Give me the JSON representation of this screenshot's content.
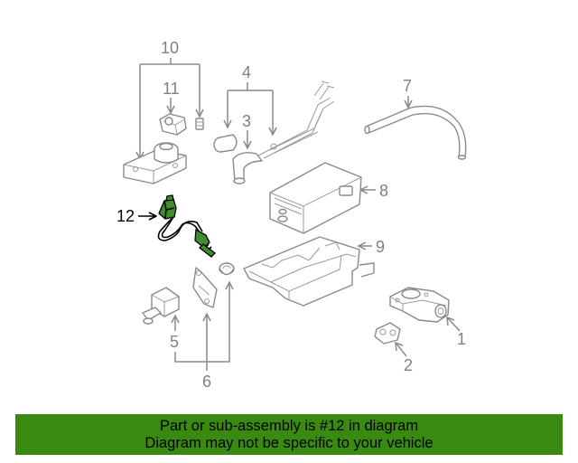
{
  "labels": {
    "l1": "1",
    "l2": "2",
    "l3": "3",
    "l4": "4",
    "l5": "5",
    "l6": "6",
    "l7": "7",
    "l8": "8",
    "l9": "9",
    "l10": "10",
    "l11": "11",
    "l12": "12"
  },
  "colors": {
    "highlight_part": "#3e8e2c",
    "banner_bg": "#3a8a12",
    "callout_gray": "#808080"
  },
  "banner": {
    "line1": "Part or sub-assembly is #12 in diagram",
    "line2": "Diagram may not be specific to your vehicle"
  }
}
